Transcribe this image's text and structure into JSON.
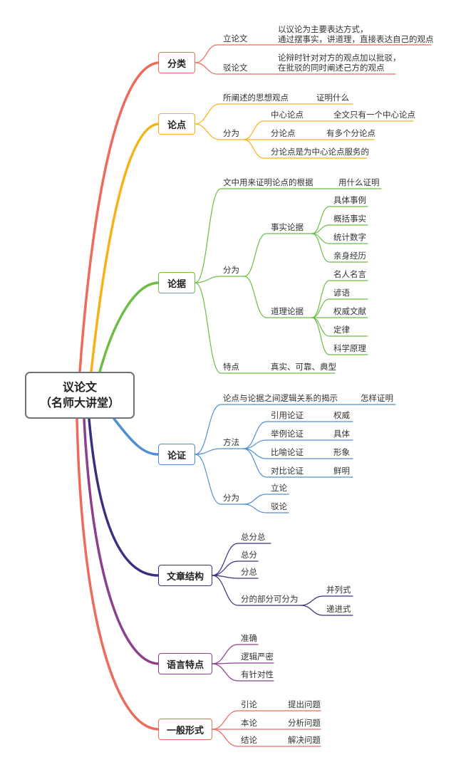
{
  "root": {
    "title": "议论文",
    "subtitle": "（名师大讲堂）"
  },
  "branches": [
    {
      "label": "分类",
      "color": "#ee6a5b",
      "items": {
        "lilun": "立论文",
        "lilun_desc1": "以议论为主要表达方式，",
        "lilun_desc2": "通过摆事实，讲道理，直接表达自己的观点",
        "bolun": "驳论文",
        "bolun_desc1": "论辩时针对对方的观点加以批驳，",
        "bolun_desc2": "在批驳的同时阐述己方的观点"
      }
    },
    {
      "label": "论点",
      "color": "#f5b319",
      "items": {
        "desc": "所阐述的思想观点",
        "desc_note": "证明什么",
        "split": "分为",
        "center_point": "中心论点",
        "center_note": "全文只有一个中心论点",
        "sub_point": "分论点",
        "sub_note": "有多个分论点",
        "service": "分论点是为中心论点服务的"
      }
    },
    {
      "label": "论据",
      "color": "#6cbd45",
      "items": {
        "desc": "文中用来证明论点的根据",
        "desc_note": "用什么证明",
        "split": "分为",
        "fact": "事实论据",
        "fact_items": [
          "具体事例",
          "概括事实",
          "统计数字",
          "亲身经历"
        ],
        "reason": "道理论据",
        "reason_items": [
          "名人名言",
          "谚语",
          "权威文献",
          "定律",
          "科学原理"
        ],
        "feature": "特点",
        "feature_note": "真实、可靠、典型"
      }
    },
    {
      "label": "论证",
      "color": "#4f8fd1",
      "items": {
        "desc": "论点与论据之间逻辑关系的揭示",
        "desc_note": "怎样证明",
        "method": "方法",
        "methods": [
          {
            "name": "引用论证",
            "note": "权威"
          },
          {
            "name": "举例论证",
            "note": "具体"
          },
          {
            "name": "比喻论证",
            "note": "形象"
          },
          {
            "name": "对比论证",
            "note": "鲜明"
          }
        ],
        "split": "分为",
        "kinds": [
          "立论",
          "驳论"
        ]
      }
    },
    {
      "label": "文章结构",
      "color": "#3d2d80",
      "items": {
        "forms": [
          "总分总",
          "总分",
          "分总"
        ],
        "parts": "分的部分可分为",
        "part_items": [
          "并列式",
          "递进式"
        ]
      }
    },
    {
      "label": "语言特点",
      "color": "#8b3f8c",
      "items": {
        "list": [
          "准确",
          "逻辑严密",
          "有针对性"
        ]
      }
    },
    {
      "label": "一般形式",
      "color": "#ee6a5b",
      "items": {
        "rows": [
          {
            "name": "引论",
            "note": "提出问题"
          },
          {
            "name": "本论",
            "note": "分析问题"
          },
          {
            "name": "结论",
            "note": "解决问题"
          }
        ]
      }
    }
  ]
}
